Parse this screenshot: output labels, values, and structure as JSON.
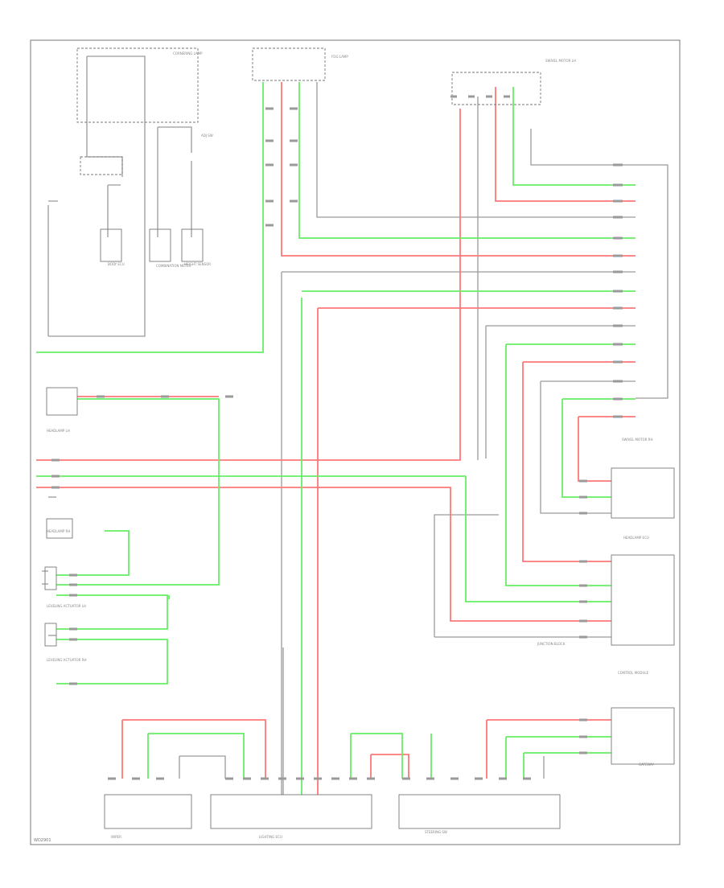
{
  "diagram": {
    "wire_colors": {
      "red": "#ff7777",
      "green": "#66ee66",
      "gray": "#9a9a9a",
      "dark": "#555555"
    },
    "footer_code": "WD2901",
    "labels": {
      "lamp_ecu": "LIGHTING ECU",
      "wiper": "WIPER",
      "steering_sw": "STEERING SW",
      "cornering_lamp": "CORNERING LAMP",
      "fog_lamp": "FOG LAMP",
      "headlamp_lh": "HEADLAMP LH",
      "headlamp_rh": "HEADLAMP RH",
      "leveling_lh": "LEVELING ACTUATOR LH",
      "leveling_rh": "LEVELING ACTUATOR RH",
      "headlamp_ecu": "HEADLAMP ECU",
      "control_module": "CONTROL MODULE",
      "swivel_lh": "SWIVEL MOTOR LH",
      "swivel_rh": "SWIVEL MOTOR RH",
      "gateway": "GATEWAY",
      "combination_meter": "COMBINATION METER",
      "body_ecu": "BODY ECU",
      "height_sensor": "HEIGHT SENSOR",
      "adj_sw": "ADJ SW",
      "junction_block": "JUNCTION BLOCK"
    }
  }
}
